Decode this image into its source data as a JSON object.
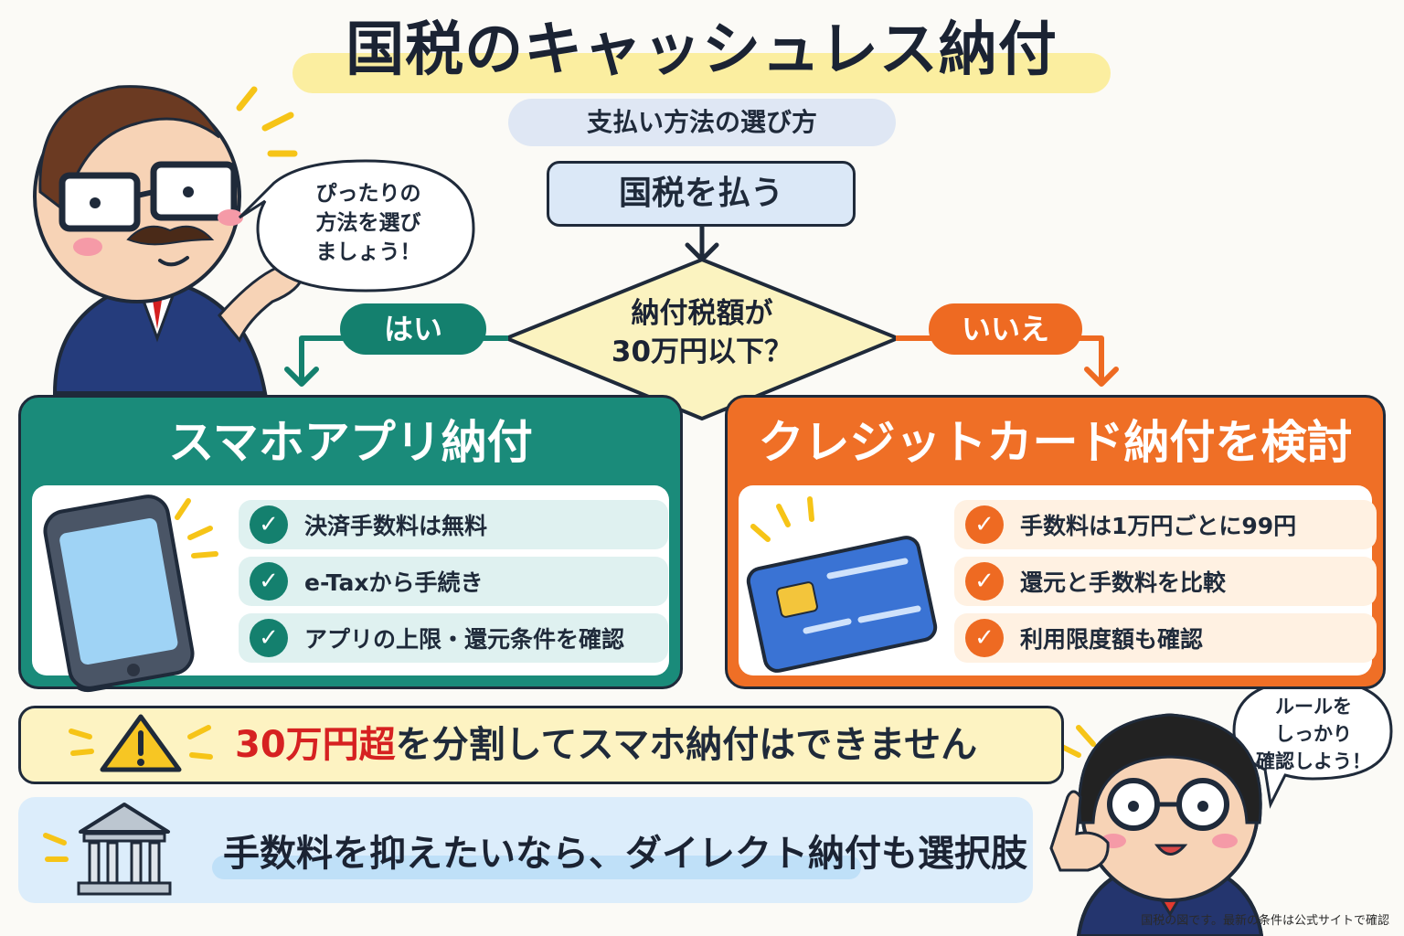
{
  "header": {
    "title": "国税のキャッシュレス納付",
    "subtitle": "支払い方法の選び方"
  },
  "flow": {
    "start": "国税を払う",
    "decision_line1": "納付税額が",
    "decision_line2": "30万円以下？",
    "yes_label": "はい",
    "no_label": "いいえ"
  },
  "left_panel": {
    "title": "スマホアプリ納付",
    "items": [
      "決済手数料は無料",
      "e-Taxから手続き",
      "アプリの上限・還元条件を確認"
    ]
  },
  "right_panel": {
    "title": "クレジットカード納付を検討",
    "items": [
      "手数料は1万円ごとに99円",
      "還元と手数料を比較",
      "利用限度額も確認"
    ]
  },
  "warning": {
    "highlight": "30万円超",
    "rest": "を分割してスマホ納付はできません"
  },
  "direct": {
    "text": "手数料を抑えたいなら、ダイレクト納付も選択肢"
  },
  "bubbles": {
    "man": [
      "ぴったりの",
      "方法を選び",
      "ましょう！"
    ],
    "girl": [
      "ルールを",
      "しっかり",
      "確認しよう！"
    ]
  },
  "footnote": "国税の図です。最新の条件は公式サイトで確認",
  "colors": {
    "teal": "#14806e",
    "orange": "#ee6a22",
    "warning_red": "#d62121",
    "title_band": "#fbeea0"
  }
}
